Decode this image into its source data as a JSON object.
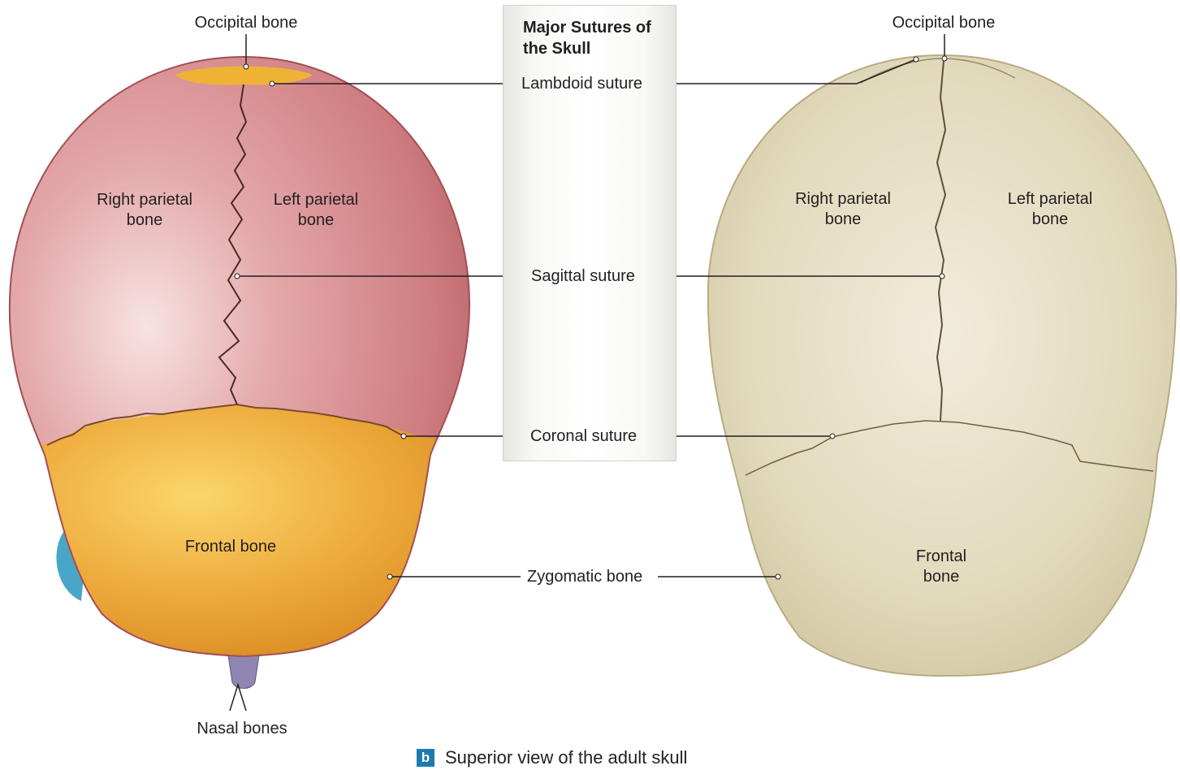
{
  "figure": {
    "panel_title": "Major Sutures of\nthe Skull",
    "caption_badge": "b",
    "caption": "Superior view of the adult skull"
  },
  "illustration_labels": {
    "occipital": "Occipital bone",
    "right_parietal": "Right parietal\nbone",
    "left_parietal": "Left parietal\nbone",
    "frontal": "Frontal bone",
    "nasal": "Nasal bones"
  },
  "sutures": {
    "lambdoid": "Lambdoid suture",
    "sagittal": "Sagittal suture",
    "coronal": "Coronal suture",
    "zygomatic": "Zygomatic bone"
  },
  "photo_labels": {
    "occipital": "Occipital bone",
    "right_parietal": "Right parietal\nbone",
    "left_parietal": "Left parietal\nbone",
    "frontal": "Frontal\nbone"
  },
  "colors": {
    "parietal": "#cf7f82",
    "frontal": "#e9a233",
    "occipital": "#f0b235",
    "zygomatic": "#4aa6c8",
    "nasal": "#8f86b4",
    "bone_photo": "#e3dcc0",
    "accent": "#1b7ab0"
  }
}
